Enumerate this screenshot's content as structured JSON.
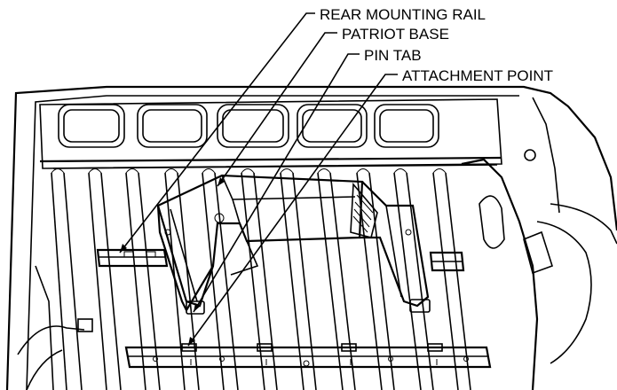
{
  "callouts": {
    "rear_mounting_rail": "REAR MOUNTING RAIL",
    "patriot_base": "PATRIOT BASE",
    "pin_tab": "PIN TAB",
    "attachment_point": "ATTACHMENT POINT"
  }
}
